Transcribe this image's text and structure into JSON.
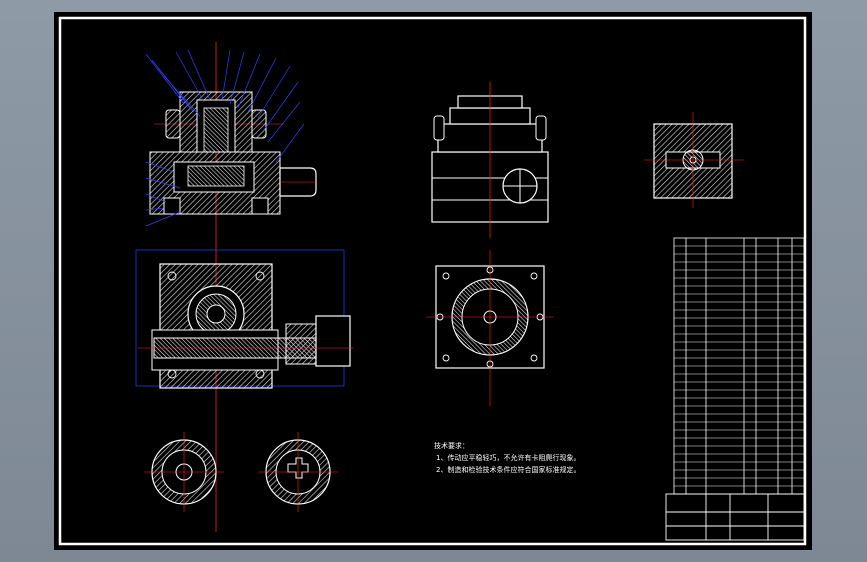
{
  "technical_requirements": {
    "heading": "技术要求：",
    "items": [
      "1、传动应平稳轻巧，不允许有卡阻爬行现象。",
      "2、制造和检验技术条件应符合国家标准规定。"
    ]
  },
  "colors": {
    "background": "#000000",
    "outline": "#ffffff",
    "centerline": "#ff2020",
    "dimension": "#3040ff",
    "hatch": "#e8e8e8"
  }
}
